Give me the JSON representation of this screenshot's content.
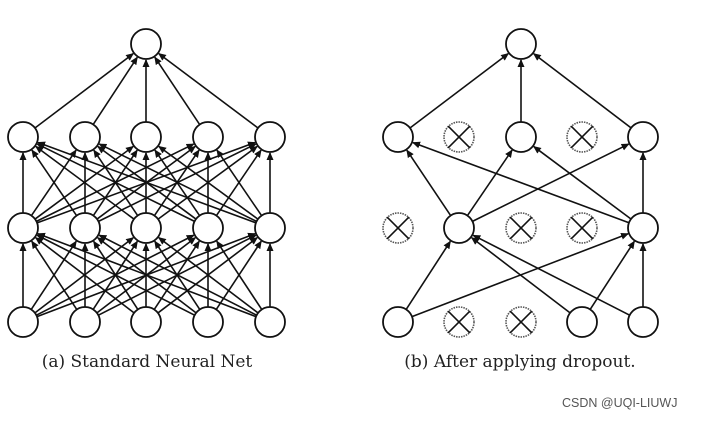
{
  "diagrams": [
    {
      "caption": "(a) Standard Neural Net",
      "layers": [
        [
          1,
          1,
          1,
          1,
          1
        ],
        [
          1,
          1,
          1,
          1,
          1
        ],
        [
          1,
          1,
          1,
          1,
          1
        ],
        [
          1
        ]
      ],
      "connectivity": "full"
    },
    {
      "caption": "(b) After applying dropout.",
      "layers": [
        [
          1,
          0,
          0,
          1,
          1
        ],
        [
          0,
          1,
          0,
          0,
          1
        ],
        [
          1,
          0,
          1,
          0,
          1
        ],
        [
          1
        ]
      ],
      "edges": [
        [
          0,
          0,
          1
        ],
        [
          0,
          0,
          4
        ],
        [
          0,
          3,
          1
        ],
        [
          0,
          3,
          4
        ],
        [
          0,
          4,
          1
        ],
        [
          0,
          4,
          4
        ],
        [
          1,
          1,
          0
        ],
        [
          1,
          1,
          2
        ],
        [
          1,
          1,
          4
        ],
        [
          1,
          4,
          0
        ],
        [
          1,
          4,
          2
        ],
        [
          1,
          4,
          4
        ],
        [
          2,
          0,
          0
        ],
        [
          2,
          2,
          0
        ],
        [
          2,
          4,
          0
        ]
      ]
    }
  ],
  "watermark": "CSDN @UQI-LIUWJ",
  "colors": {
    "stroke": "#111111",
    "dropped": "#555555"
  }
}
